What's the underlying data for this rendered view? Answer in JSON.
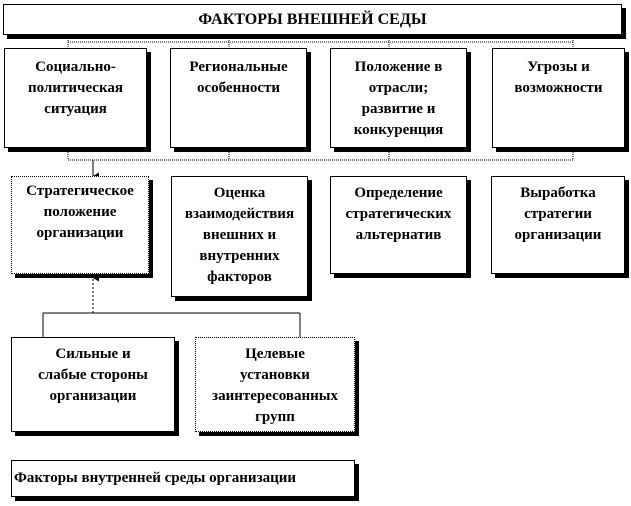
{
  "diagram": {
    "title": "ФАКТОРЫ ВНЕШНЕЙ СЕДЫ",
    "external_factors": [
      {
        "label": "Социально-\nполитическая\nситуация"
      },
      {
        "label": "Региональные\nособенности"
      },
      {
        "label": "Положение в\nотрасли;\nразвитие и\nконкуренция"
      },
      {
        "label": "Угрозы и\nвозможности"
      }
    ],
    "analysis_steps": [
      {
        "label": "Стратегическое\nположение\nорганизации"
      },
      {
        "label": "Оценка\nвзаимодействия\nвнешних и\nвнутренних\nфакторов"
      },
      {
        "label": "Определение\nстратегических\nальтернатив"
      },
      {
        "label": "Выработка\nстратегии\nорганизации"
      }
    ],
    "internal_factors": [
      {
        "label": "Сильные и\nслабые стороны\nорганизации"
      },
      {
        "label": "Целевые\nустановки\nзаинтересованных\nгрупп"
      }
    ],
    "internal_title": "Факторы внутренней среды организации"
  }
}
